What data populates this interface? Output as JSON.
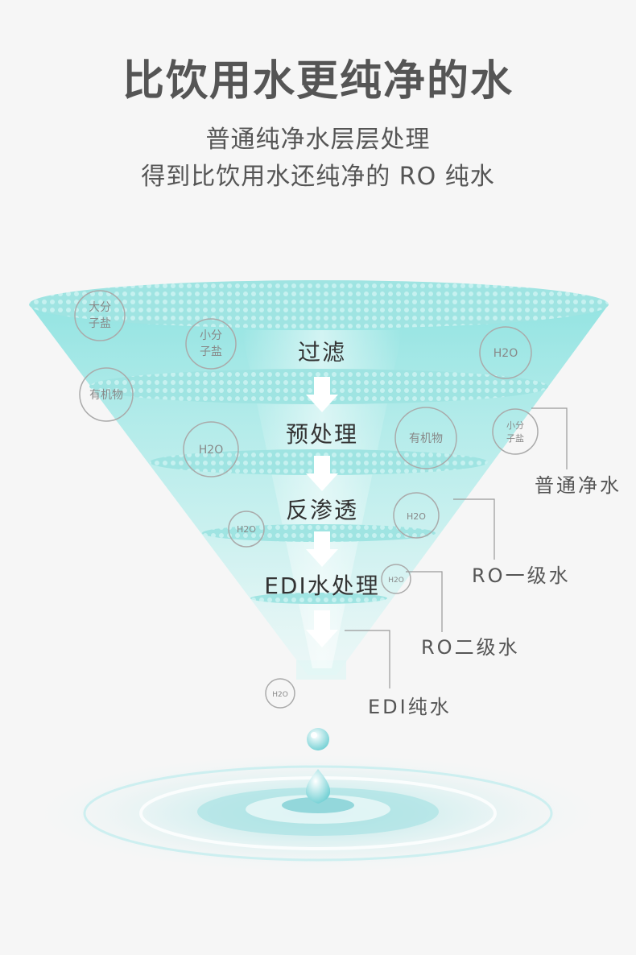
{
  "title": "比饮用水更纯净的水",
  "subtitle_lines": [
    "普通纯净水层层处理",
    "得到比饮用水还纯净的 RO 纯水"
  ],
  "stages": [
    "过滤",
    "预处理",
    "反渗透",
    "EDI水处理"
  ],
  "outputs": [
    "普通净水",
    "RO一级水",
    "RO二级水",
    "EDI纯水"
  ],
  "molecules": {
    "large_salt": [
      "大分",
      "子盐"
    ],
    "small_salt": [
      "小分",
      "子盐"
    ],
    "organic": "有机物",
    "water": "H2O"
  },
  "colors": {
    "title": "#555555",
    "funnel": "#8fe3e1",
    "arrow": "#ffffff",
    "line": "#999999"
  }
}
